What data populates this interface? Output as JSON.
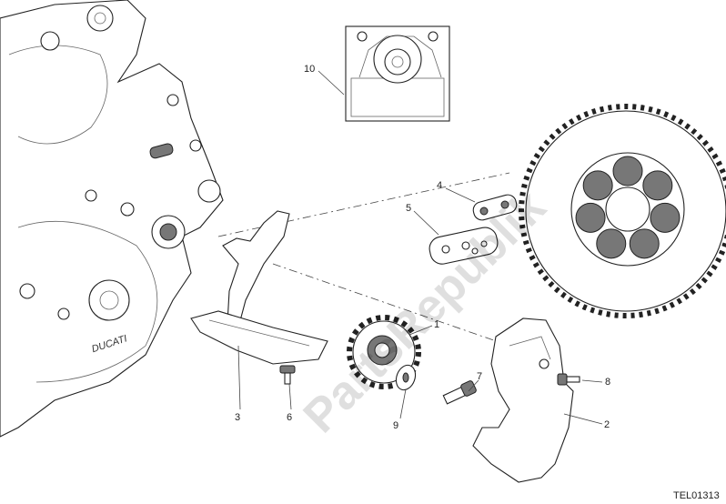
{
  "diagram": {
    "reference_code": "TEL01313",
    "watermark": "PartsRepublik",
    "callouts": [
      {
        "id": "10",
        "label": "10"
      },
      {
        "id": "4",
        "label": "4"
      },
      {
        "id": "5",
        "label": "5"
      },
      {
        "id": "1",
        "label": "1"
      },
      {
        "id": "3",
        "label": "3"
      },
      {
        "id": "6",
        "label": "6"
      },
      {
        "id": "7",
        "label": "7"
      },
      {
        "id": "9",
        "label": "9"
      },
      {
        "id": "8",
        "label": "8"
      },
      {
        "id": "2",
        "label": "2"
      }
    ],
    "engine_logo": "DUCATI"
  }
}
